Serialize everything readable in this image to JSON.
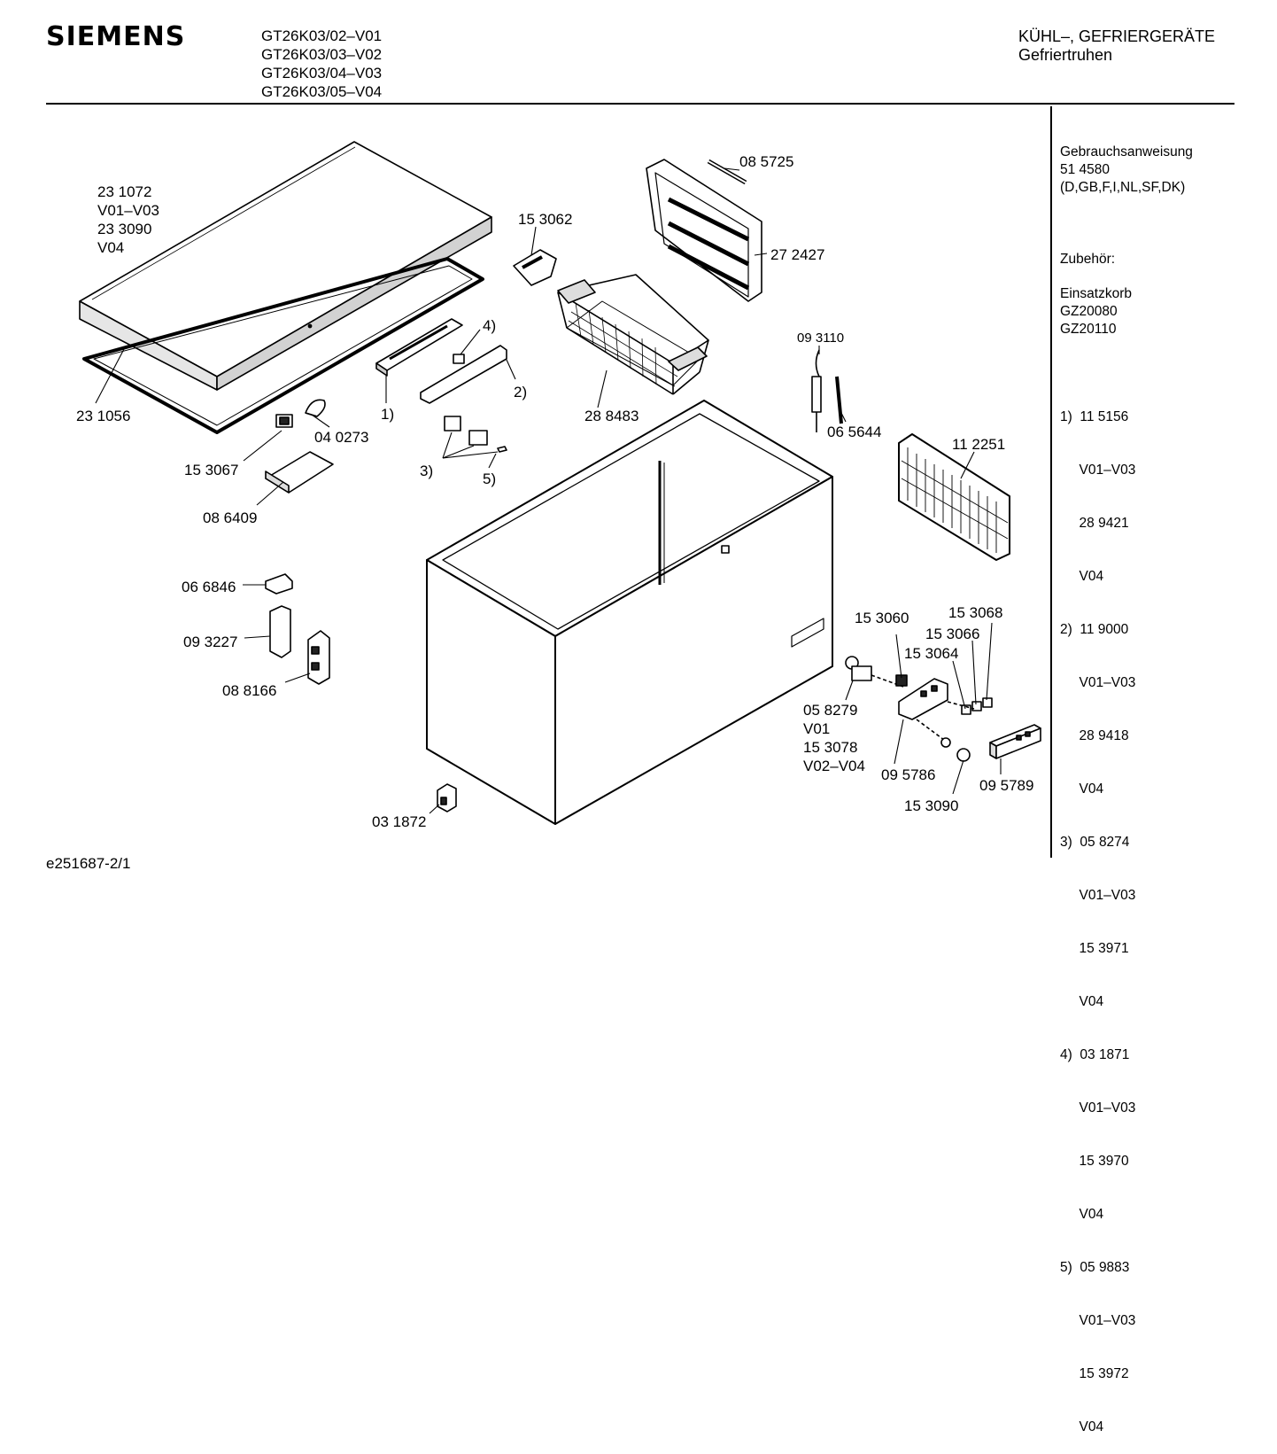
{
  "header": {
    "brand": "SIEMENS",
    "models": [
      "GT26K03/02–V01",
      "GT26K03/03–V02",
      "GT26K03/04–V03",
      "GT26K03/05–V04"
    ],
    "category": [
      "KÜHL–, GEFRIERGERÄTE",
      "Gefriertruhen"
    ]
  },
  "sidebar": {
    "manual_title": "Gebrauchsanweisung",
    "manual_number": "51 4580",
    "manual_languages": "(D,GB,F,I,NL,SF,DK)",
    "accessories_title": "Zubehör:",
    "accessory_name": "Einsatzkorb",
    "accessory_codes": [
      "GZ20080",
      "GZ20110"
    ],
    "notes": [
      [
        "1)  11 5156",
        "     V01–V03",
        "     28 9421",
        "     V04"
      ],
      [
        "2)  11 9000",
        "     V01–V03",
        "     28 9418",
        "     V04"
      ],
      [
        "3)  05 8274",
        "     V01–V03",
        "     15 3971",
        "     V04"
      ],
      [
        "4)  03 1871",
        "     V01–V03",
        "     15 3970",
        "     V04"
      ],
      [
        "5)  05 9883",
        "     V01–V03",
        "     15 3972",
        "     V04"
      ]
    ]
  },
  "parts": {
    "lid": [
      "23 1072",
      "V01–V03",
      "23 3090",
      "V04"
    ],
    "gasket": "23 1056",
    "switch": "15 3067",
    "bulb": "04 0273",
    "lamp_cover": "08 6409",
    "door_shelf": "1)",
    "shelf_bar": "2)",
    "pin": "4)",
    "clips": "3)",
    "screw": "5)",
    "handle": "15 3062",
    "basket": "28 8483",
    "freezer_door": "27 2427",
    "tube": "08 5725",
    "sensor_1": "09 3110",
    "sensor_2": "06 5644",
    "grille": "11 2251",
    "hinge_clip": "06 6846",
    "hinge_cover": "09 3227",
    "hinge": "08 8166",
    "foot": "03 1872",
    "thermostat": [
      "05 8279",
      "V01",
      "15 3078",
      "V02–V04"
    ],
    "lamp_a": "15 3060",
    "lamp_b": "15 3068",
    "lamp_c": "15 3066",
    "lamp_d": "15 3064",
    "control_box": "09 5786",
    "knob": "15 3090",
    "panel": "09 5789"
  },
  "footer": {
    "doc_id": "e251687-2/1"
  }
}
